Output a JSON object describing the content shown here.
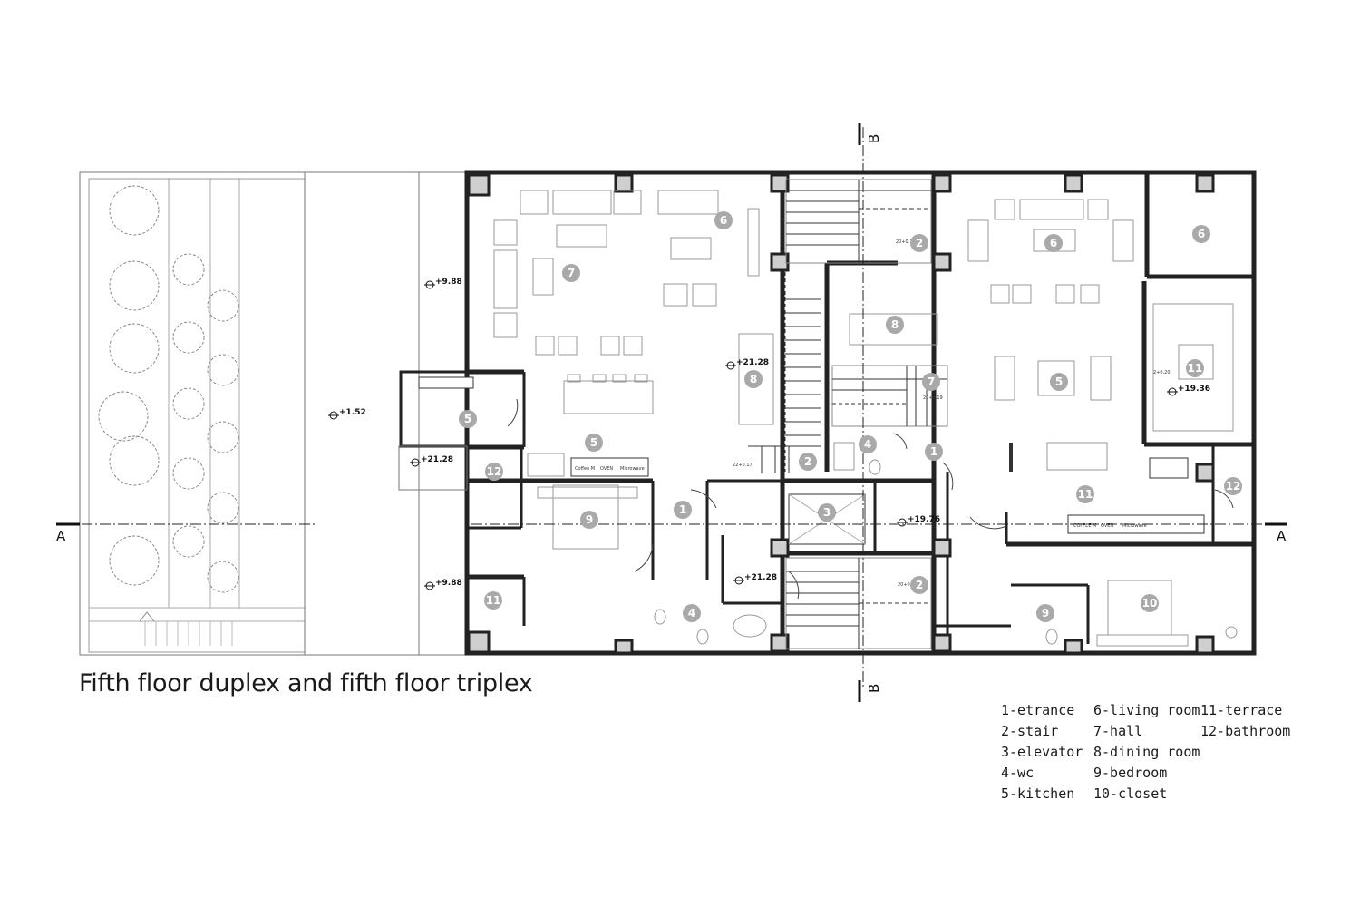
{
  "title": "Fifth floor duplex and fifth floor triplex",
  "section_marks": {
    "a_left": "A",
    "a_right": "A",
    "b_top": "B",
    "b_bottom": "B"
  },
  "levels": [
    "+9.88",
    "+1.52",
    "+21.28",
    "+9.88",
    "+21.28",
    "+21.28",
    "+19.76",
    "+19.36"
  ],
  "small_notes": [
    "20+0.19",
    "22+0.17",
    "20+0.19",
    "20+0.19",
    "2+0.20"
  ],
  "appliance_labels": [
    "Coffee M",
    "OVEN",
    "Microwave",
    "COFFEE M",
    "OVEN",
    "Microwave"
  ],
  "room_tags": [
    "6",
    "7",
    "8",
    "5",
    "5",
    "12",
    "9",
    "11",
    "1",
    "4",
    "2",
    "3",
    "2",
    "1",
    "4",
    "2",
    "7",
    "8",
    "6",
    "5",
    "11",
    "6",
    "11",
    "12",
    "9",
    "10"
  ],
  "legend": {
    "col1": [
      "1-etrance",
      "2-stair",
      "3-elevator",
      "4-wc",
      "5-kitchen"
    ],
    "col2": [
      "6-living room",
      "7-hall",
      "8-dining room",
      "9-bedroom",
      "10-closet"
    ],
    "col3": [
      "11-terrace",
      "12-bathroom"
    ]
  }
}
